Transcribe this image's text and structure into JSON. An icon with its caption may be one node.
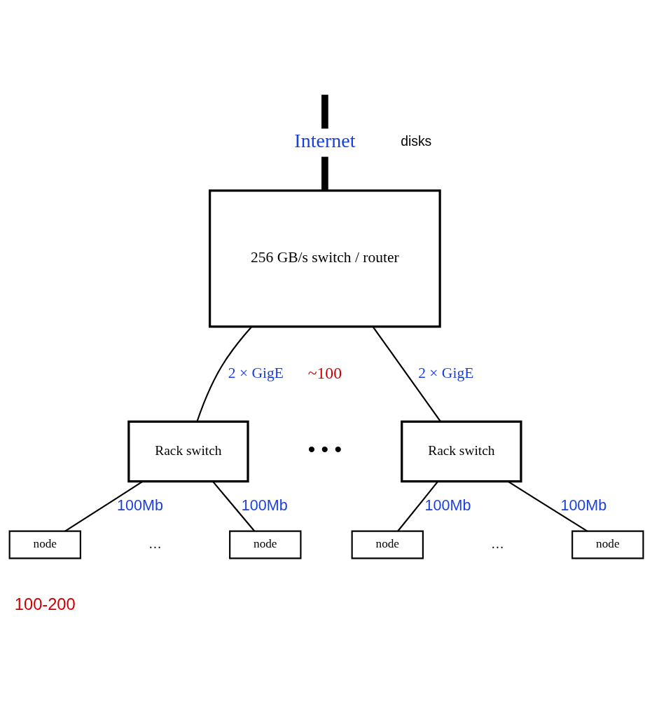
{
  "diagram": {
    "nodes": [
      {
        "text": [
          "Internet"
        ]
      },
      {
        "text": [
          "256 GB/s switch / router"
        ]
      },
      {
        "text": [
          "Rack switch"
        ]
      },
      {
        "text": [
          "Rack switch"
        ]
      },
      {
        "text": [
          "node"
        ]
      },
      {
        "text": [
          "node"
        ]
      },
      {
        "text": [
          "node"
        ]
      },
      {
        "text": [
          "node"
        ]
      }
    ],
    "edges": [
      {
        "from": null,
        "to": 0,
        "arrow": "none",
        "style": "thick"
      },
      {
        "from": 0,
        "to": 1,
        "arrow": "none",
        "style": "thick"
      },
      {
        "from": 1,
        "to": 2,
        "arrow": "none",
        "label": "2 × GigE"
      },
      {
        "from": 1,
        "to": 3,
        "arrow": "none",
        "label": "2 × GigE"
      },
      {
        "from": 2,
        "to": 4,
        "arrow": "none",
        "label": "100Mb"
      },
      {
        "from": 2,
        "to": 5,
        "arrow": "none",
        "label": "100Mb"
      },
      {
        "from": 3,
        "to": 6,
        "arrow": "none",
        "label": "100Mb"
      },
      {
        "from": 3,
        "to": 7,
        "arrow": "none",
        "label": "100Mb"
      }
    ],
    "labels": [
      "disks",
      "~100",
      "• • •",
      "…",
      "…",
      "100-200"
    ]
  }
}
